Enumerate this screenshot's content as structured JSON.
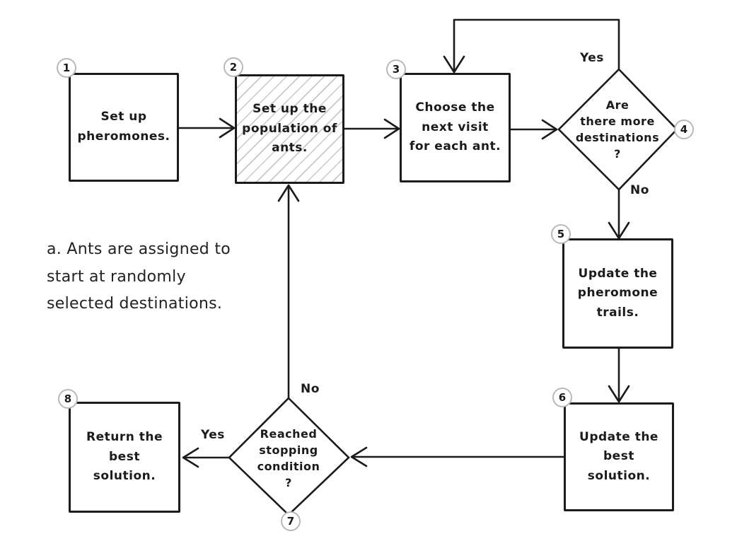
{
  "diagram": {
    "background": "#ffffff",
    "stroke_color": "#1b1b1b",
    "badge_border_color": "#b9b9b9",
    "hatch_color": "#c8c8c8",
    "nodes": [
      {
        "badge": "1",
        "type": "process",
        "label": "Set up\npheromones."
      },
      {
        "badge": "2",
        "type": "process",
        "label": "Set up the\npopulation of\nants.",
        "fill": "hatched"
      },
      {
        "badge": "3",
        "type": "process",
        "label": "Choose the\nnext visit\nfor each ant."
      },
      {
        "badge": "4",
        "type": "decision",
        "label": "Are\nthere more\ndestinations\n?"
      },
      {
        "badge": "5",
        "type": "process",
        "label": "Update the\npheromone\ntrails."
      },
      {
        "badge": "6",
        "type": "process",
        "label": "Update the\nbest\nsolution."
      },
      {
        "badge": "7",
        "type": "decision",
        "label": "Reached\nstopping\ncondition\n?"
      },
      {
        "badge": "8",
        "type": "process",
        "label": "Return the\nbest\nsolution."
      }
    ],
    "edges": [
      {
        "from": "1",
        "to": "2",
        "label": ""
      },
      {
        "from": "2",
        "to": "3",
        "label": ""
      },
      {
        "from": "3",
        "to": "4",
        "label": ""
      },
      {
        "from": "4",
        "to": "3",
        "label": "Yes"
      },
      {
        "from": "4",
        "to": "5",
        "label": "No"
      },
      {
        "from": "5",
        "to": "6",
        "label": ""
      },
      {
        "from": "6",
        "to": "7",
        "label": ""
      },
      {
        "from": "7",
        "to": "8",
        "label": "Yes"
      },
      {
        "from": "7",
        "to": "2",
        "label": "No"
      }
    ],
    "annotation": "a. Ants are assigned to\nstart at randomly\nselected destinations."
  }
}
